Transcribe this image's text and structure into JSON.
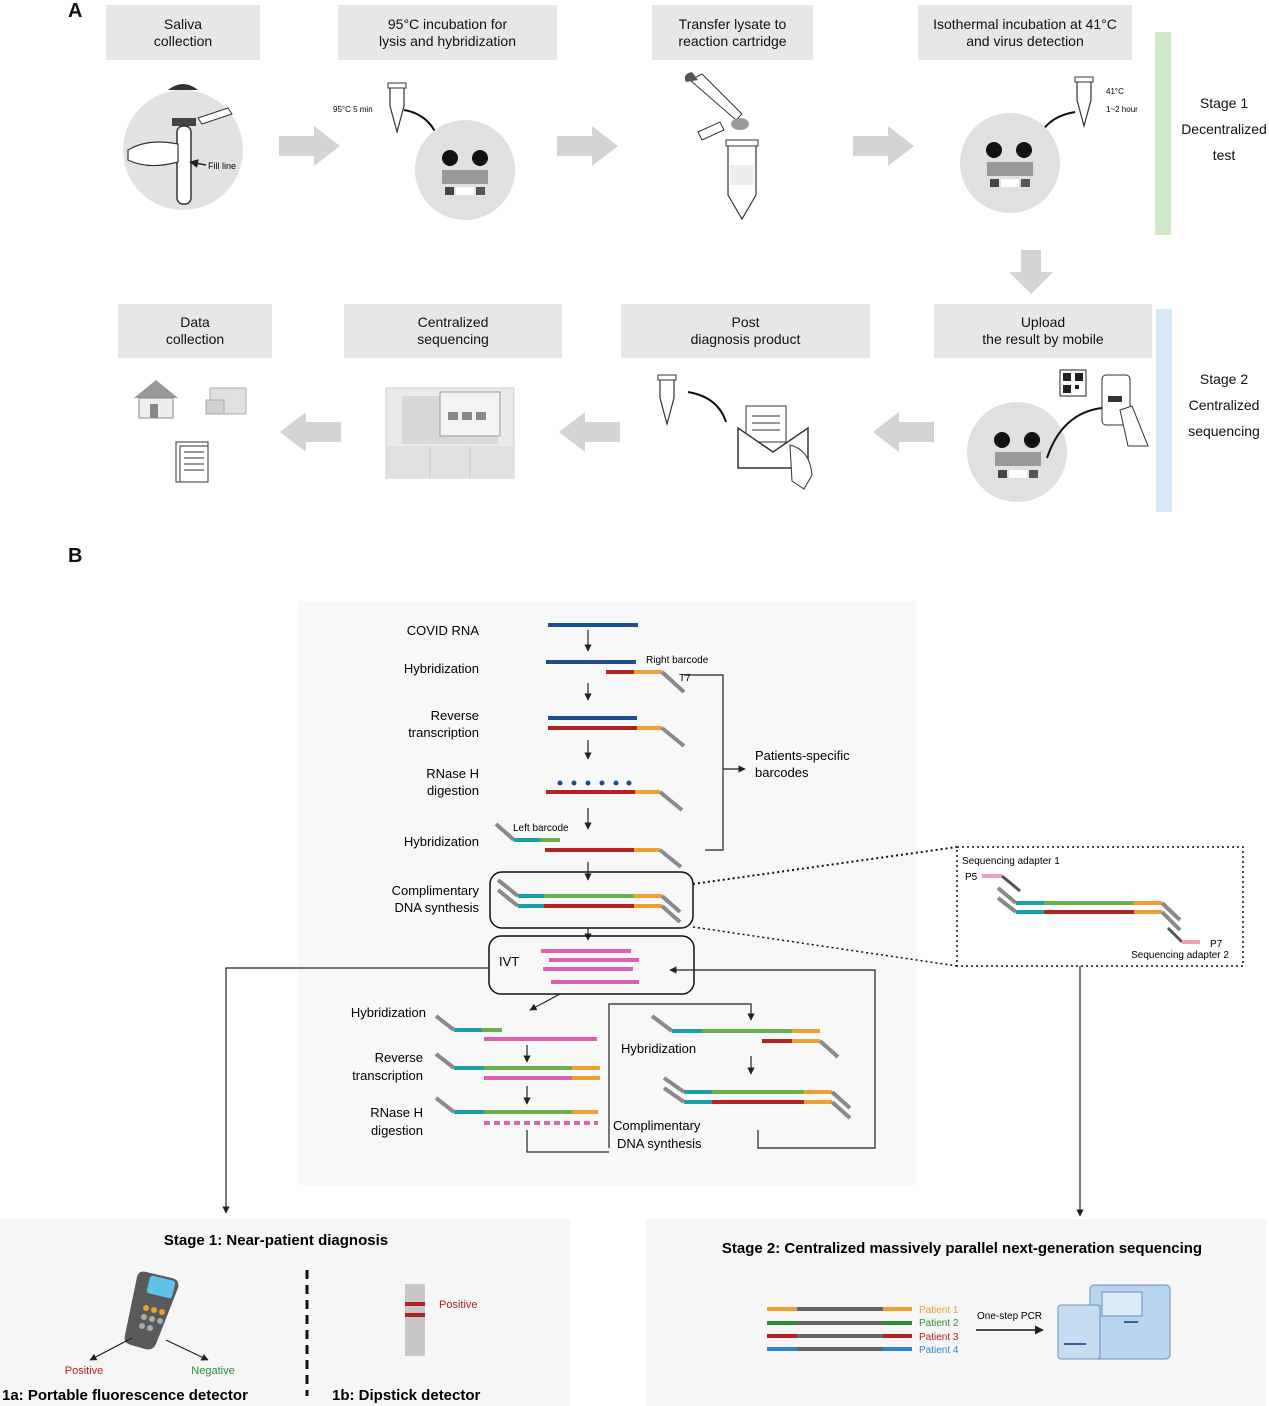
{
  "panels": {
    "a": "A",
    "b": "B"
  },
  "stage1_steps": [
    "Saliva\ncollection",
    "95°C incubation for\nlysis and hybridization",
    "Transfer lysate to\nreaction cartridge",
    "Isothermal incubation at 41°C\nand virus detection"
  ],
  "stage2_steps": [
    "Upload\nthe result by mobile",
    "Post\ndiagnosis product",
    "Centralized\nsequencing",
    "Data\ncollection"
  ],
  "stage1_label": "Stage 1\nDecentralized\ntest",
  "stage2_label": "Stage 2\nCentralized\nsequencing",
  "annotations": {
    "fill_line": "Fill line",
    "temp_95": "95°C 5 min",
    "temp_41": "41°C",
    "time_41": "1~2 hour"
  },
  "workflow": {
    "covid_rna": "COVID RNA",
    "hybridization": "Hybridization",
    "reverse_1": "Reverse",
    "reverse_2": "transcription",
    "rnase_1": "RNase H",
    "rnase_2": "digestion",
    "compl_1": "Complimentary",
    "compl_2": "DNA synthesis",
    "ivt": "IVT",
    "right_barcode": "Right barcode",
    "t7": "T7",
    "left_barcode": "Left barcode",
    "barcodes_1": "Patients-specific",
    "barcodes_2": "barcodes",
    "adapter1": "Sequencing adapter 1",
    "p5": "P5",
    "p7": "P7",
    "adapter2": "Sequencing adapter 2"
  },
  "stage1_box": {
    "title": "Stage 1: Near-patient diagnosis",
    "positive": "Positive",
    "negative": "Negative",
    "dip_positive": "Positive",
    "label_1a": "1a: Portable fluorescence detector",
    "label_1b": "1b: Dipstick detector"
  },
  "stage2_box": {
    "title": "Stage 2: Centralized massively parallel next-generation sequencing",
    "pcr": "One-step PCR",
    "patients": [
      "Patient 1",
      "Patient 2",
      "Patient 3",
      "Patient 4"
    ]
  },
  "colors": {
    "rna_blue": "#1f4e8c",
    "cdna_red": "#b22222",
    "barcode_orange": "#f0a030",
    "t7_gray": "#8a8a8a",
    "left_teal": "#1aa0a8",
    "green": "#6ab04c",
    "ivt_pink": "#e060b0",
    "stage1_bar": "#cfe8c8",
    "stage2_bar": "#d6ebf8",
    "patient1": "#f0a030",
    "patient2": "#2e8b3e",
    "patient3": "#b22222",
    "patient4": "#2e86c8"
  }
}
